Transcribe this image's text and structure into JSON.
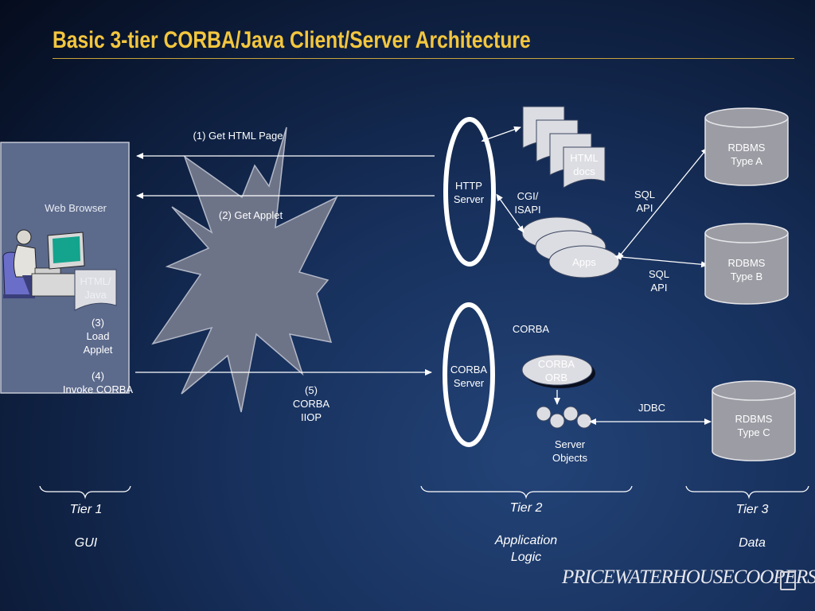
{
  "title": "Basic 3-tier CORBA/Java Client/Server Architecture",
  "browser": {
    "label": "Web Browser",
    "doc_label": "HTML/\nJava"
  },
  "steps": {
    "get_html": "(1) Get HTML Page",
    "get_applet": "(2) Get Applet",
    "load_applet": "(3)\nLoad\nApplet",
    "invoke_corba": "(4)\nInvoke CORBA",
    "corba_iiop": "(5)\nCORBA\nIIOP"
  },
  "tier2": {
    "http_server": "HTTP\nServer",
    "html_docs": "HTML\ndocs",
    "cgi": "CGI/\nISAPI",
    "apps": "Apps",
    "corba_label": "CORBA",
    "corba_server": "CORBA\nServer",
    "corba_orb": "CORBA\nORB",
    "server_objects": "Server\nObjects"
  },
  "tier3": {
    "sql_api_top": "SQL\nAPI",
    "sql_api_bottom": "SQL\nAPI",
    "jdbc": "JDBC",
    "rdbms_a": "RDBMS\nType A",
    "rdbms_b": "RDBMS\nType B",
    "rdbms_c": "RDBMS\nType C"
  },
  "tiers": [
    {
      "name": "Tier 1",
      "desc": "GUI"
    },
    {
      "name": "Tier 2",
      "desc": "Application\nLogic"
    },
    {
      "name": "Tier 3",
      "desc": "Data"
    }
  ],
  "logo": "PRICEWATERHOUSECOOPERS",
  "colors": {
    "title": "#f3c63e",
    "shape_fill": "#dcdde2",
    "cylinder_fill": "#9b9ca4",
    "starburst": "#6e7488"
  }
}
